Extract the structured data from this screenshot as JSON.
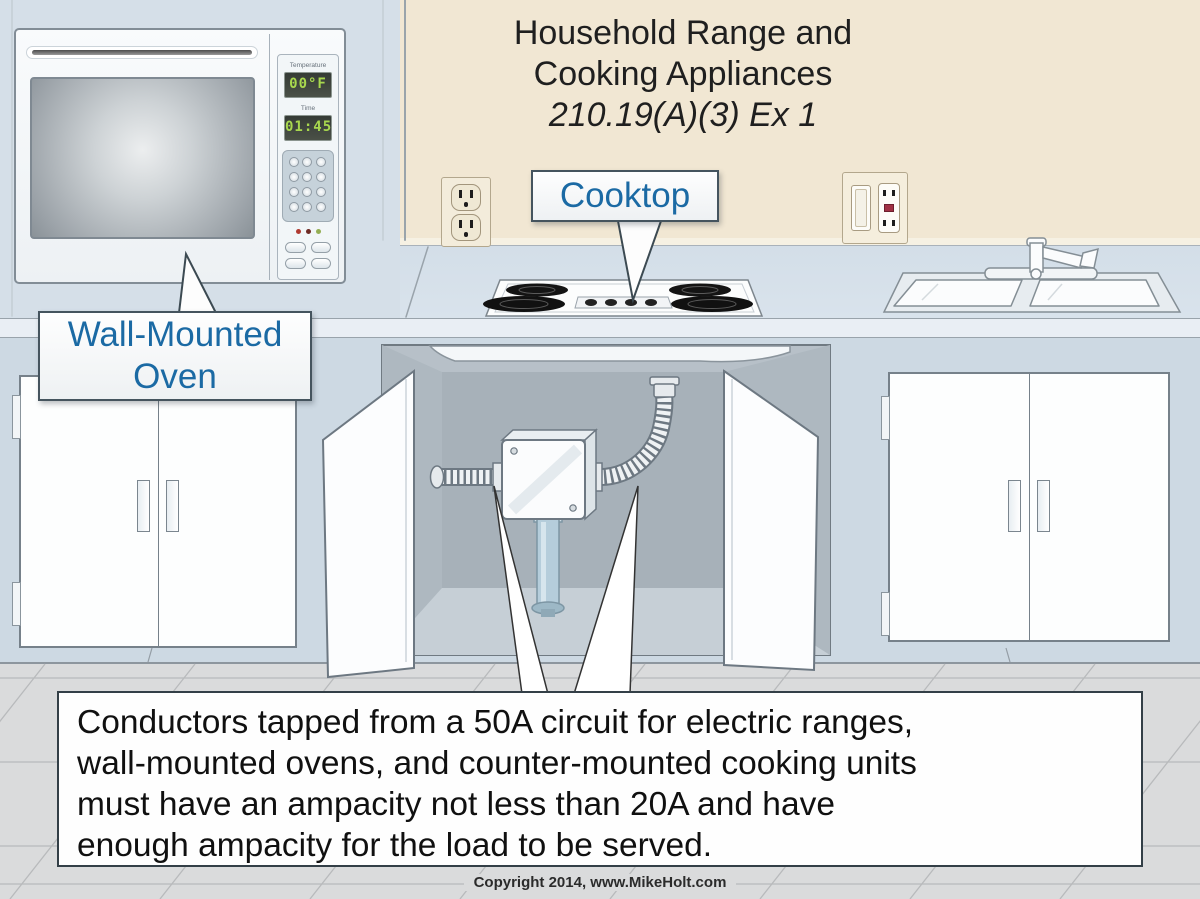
{
  "title": {
    "line1": "Household Range and",
    "line2": "Cooking Appliances",
    "line3": "210.19(A)(3) Ex 1"
  },
  "callouts": {
    "cooktop": "Cooktop",
    "wall_oven": "Wall-Mounted Oven"
  },
  "oven_panel": {
    "temperature_label": "Temperature",
    "temperature_value": "00°F",
    "time_label": "Time",
    "time_value": "01:45"
  },
  "note": {
    "lines": [
      "Conductors tapped from a 50A circuit for electric ranges,",
      "wall-mounted ovens, and counter-mounted cooking units",
      "must have an ampacity not less than 20A and have",
      "enough ampacity for the load to be served."
    ]
  },
  "footer": {
    "copyright": "Copyright 2014, www.MikeHolt.com"
  },
  "colors": {
    "label_blue": "#1b6aa4",
    "wall_cream": "#f1e7d3",
    "cabinet_blue": "#d5dfe8",
    "counter_blue": "#d7e1ea",
    "led_green": "#a8d84e",
    "floor_gray": "#dadbdc",
    "burner_black": "#141414",
    "pipe_blue": "#b5cddb"
  }
}
